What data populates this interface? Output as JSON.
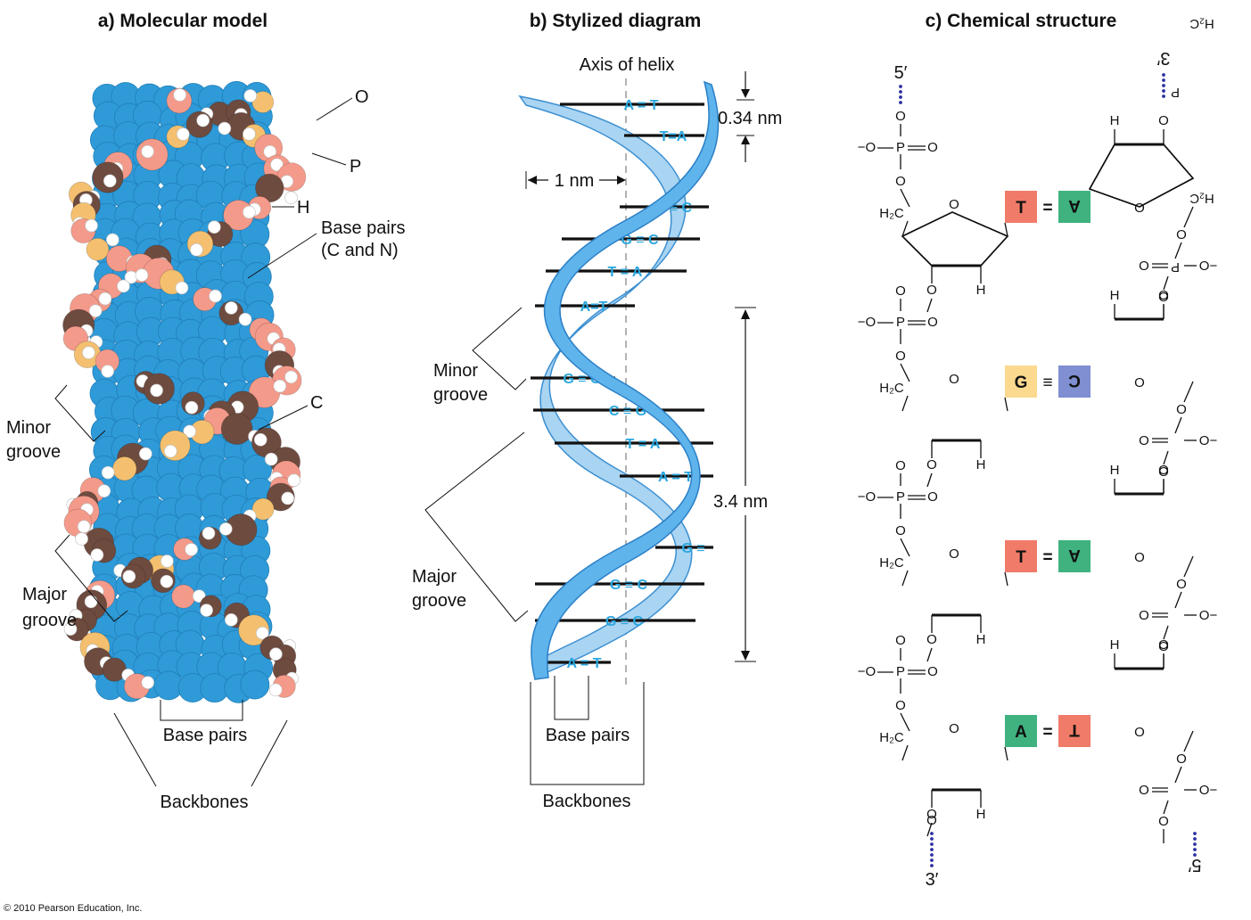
{
  "panels": {
    "a": {
      "title": "a) Molecular model"
    },
    "b": {
      "title": "b) Stylized diagram"
    },
    "c": {
      "title": "c) Chemical structure"
    }
  },
  "labels_a": {
    "O": "O",
    "P": "P",
    "H": "H",
    "C": "C",
    "base_pairs_1": "Base pairs",
    "base_pairs_2": "(C and N)",
    "minor_1": "Minor",
    "minor_2": "groove",
    "major_1": "Major",
    "major_2": "groove",
    "base_pairs_bottom": "Base pairs",
    "backbones": "Backbones"
  },
  "labels_b": {
    "axis": "Axis of helix",
    "rise": "0.34 nm",
    "width": "1 nm",
    "pitch": "3.4 nm",
    "minor_1": "Minor",
    "minor_2": "groove",
    "major_1": "Major",
    "major_2": "groove",
    "base_pairs": "Base pairs",
    "backbones": "Backbones"
  },
  "helix_pairs": [
    {
      "text": "A = T"
    },
    {
      "text": "T=A"
    },
    {
      "text": "G ≡ C"
    },
    {
      "text": "G ≡ C"
    },
    {
      "text": "T = A"
    },
    {
      "text": "A=T"
    },
    {
      "text": "G ≡ C"
    },
    {
      "text": "C ≡ G"
    },
    {
      "text": "T = A"
    },
    {
      "text": "A = T"
    },
    {
      "text": "G ≡"
    },
    {
      "text": "G ≡ C"
    },
    {
      "text": "G ≡ C"
    },
    {
      "text": "A = T"
    }
  ],
  "chem": {
    "end_top_left": "5′",
    "end_top_right": "3′",
    "end_bottom_left": "3′",
    "end_bottom_right": "5′",
    "O": "O",
    "P": "P",
    "H": "H",
    "minus": "−",
    "CH2": "H₂C",
    "pairs": [
      {
        "left": "T",
        "right": "A",
        "bond": "="
      },
      {
        "left": "G",
        "right": "C",
        "bond": "≡"
      },
      {
        "left": "T",
        "right": "A",
        "bond": "="
      },
      {
        "left": "A",
        "right": "T",
        "bond": "="
      }
    ],
    "colors": {
      "A": "#3fb27f",
      "T": "#f07b69",
      "G": "#fbd98f",
      "C": "#7f8fd1"
    }
  },
  "copyright": "© 2010 Pearson Education, Inc."
}
